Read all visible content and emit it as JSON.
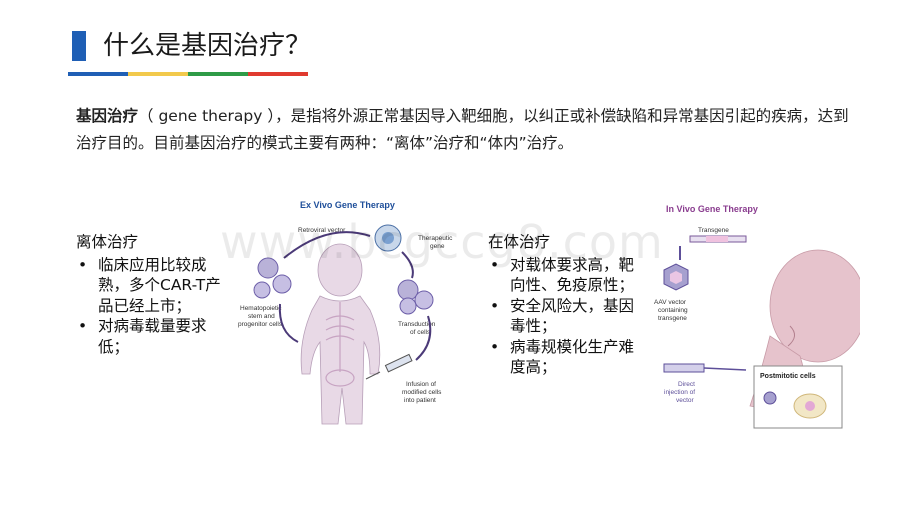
{
  "slide": {
    "title": "什么是基因治疗？",
    "accent_colors": [
      "#1f5fb5",
      "#f2c94c",
      "#2e9b47",
      "#e03a2f"
    ]
  },
  "intro": {
    "term": "基因治疗",
    "paren": "（ gene therapy ）",
    "text": "，是指将外源正常基因导入靶细胞，以纠正或补偿缺陷和异常基因引起的疾病，达到治疗目的。目前基因治疗的模式主要有两种：“离体”治疗和“体内”治疗。"
  },
  "left_panel": {
    "heading": "离体治疗",
    "bullets": [
      "临床应用比较成熟，多个CAR-T产品已经上市；",
      "对病毒载量要求低；"
    ]
  },
  "right_panel": {
    "heading": "在体治疗",
    "bullets": [
      "对载体要求高，靶向性、免疫原性；",
      "安全风险大，基因毒性；",
      "病毒规模化生产难度高；"
    ]
  },
  "ex_vivo_figure": {
    "title": "Ex Vivo Gene Therapy",
    "labels": {
      "vector": "Retroviral vector",
      "gene": [
        "Therapeutic",
        "gene"
      ],
      "cells": [
        "Hematopoietic",
        "stem and",
        "progenitor cells"
      ],
      "transduction": [
        "Transduction",
        "of cells"
      ],
      "infusion": [
        "Infusion of",
        "modified cells",
        "into patient"
      ]
    }
  },
  "in_vivo_figure": {
    "title": "In Vivo Gene Therapy",
    "labels": {
      "transgene": "Transgene",
      "aav": [
        "AAV vector",
        "containing",
        "transgene"
      ],
      "injection": [
        "Direct",
        "injection of",
        "vector"
      ],
      "postmitotic": "Postmitotic cells"
    }
  },
  "watermark": "www.bcgccg8.com"
}
